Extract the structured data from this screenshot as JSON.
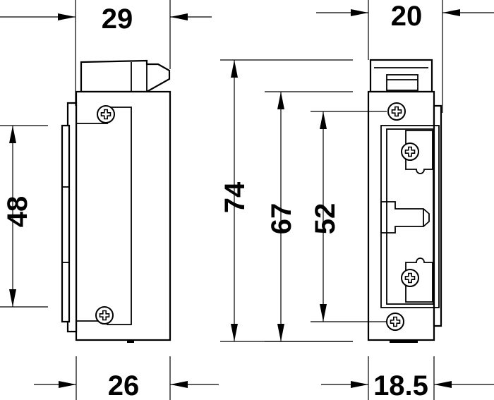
{
  "drawing": {
    "dimensions": {
      "width_top_side": "29",
      "width_top_front": "20",
      "height_mounting": "48",
      "height_overall": "74",
      "height_faceplate": "67",
      "height_screw_pitch": "52",
      "width_bottom_side": "26",
      "width_bottom_front": "18.5"
    }
  },
  "colors": {
    "line": "#000000",
    "background": "#ffffff"
  },
  "icons": {
    "screw": "phillips-screw-icon",
    "arrow": "dimension-arrow-icon"
  }
}
